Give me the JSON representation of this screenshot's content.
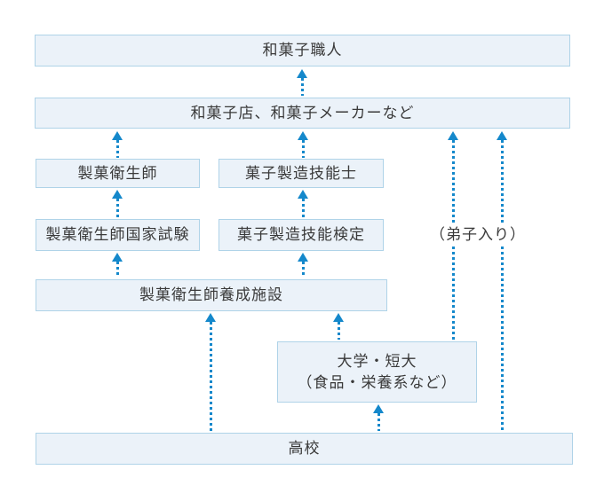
{
  "diagram": {
    "boxes": {
      "artisan": "和菓子職人",
      "employer": "和菓子店、和菓子メーカーなど",
      "eiseishi": "製菓衛生師",
      "ginoshi": "菓子製造技能士",
      "shiken": "製菓衛生師国家試験",
      "kentei": "菓子製造技能検定",
      "yosei": "製菓衛生師養成施設",
      "daigaku_line1": "大学・短大",
      "daigaku_line2": "（食品・栄養系など）",
      "koko": "高校"
    },
    "labels": {
      "deshiiri": "（弟子入り）"
    },
    "colors": {
      "box_fill": "#ebf2f9",
      "box_border": "#afd3e8",
      "arrow": "#1488cb",
      "text": "#3a3a3a",
      "bg": "#ffffff"
    }
  }
}
